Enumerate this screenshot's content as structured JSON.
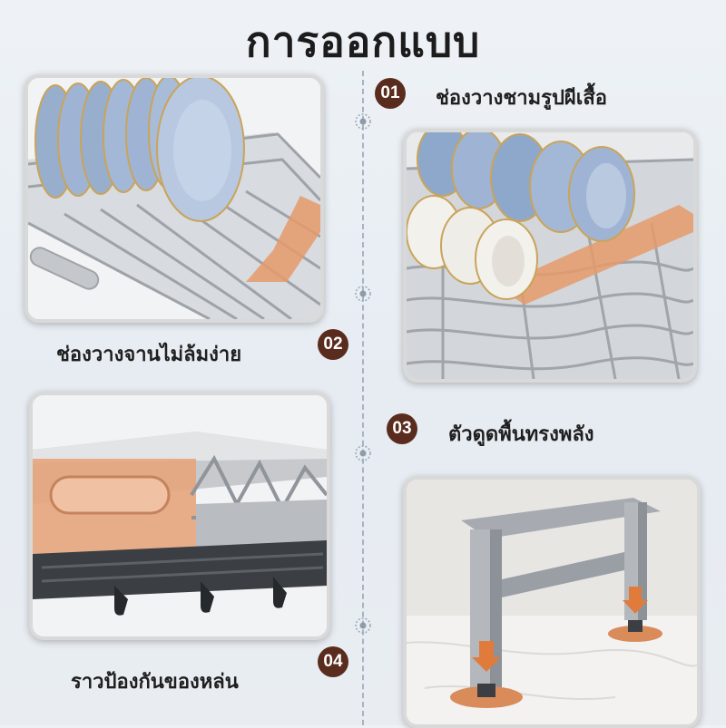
{
  "title": "การออกแบบ",
  "features": [
    {
      "number": "01",
      "label": "ช่องวางชามรูปผีเสื้อ"
    },
    {
      "number": "02",
      "label": "ช่องวางจานไม่ล้มง่าย"
    },
    {
      "number": "03",
      "label": "ตัวดูดพื้นทรงพลัง"
    },
    {
      "number": "04",
      "label": "ราวป้องกันของหล่น"
    }
  ],
  "colors": {
    "badge": "#5a2c1d",
    "accent_orange": "#e59a6a",
    "steel": "#a9aeb4",
    "dish_blue": "#9fb4d4"
  }
}
